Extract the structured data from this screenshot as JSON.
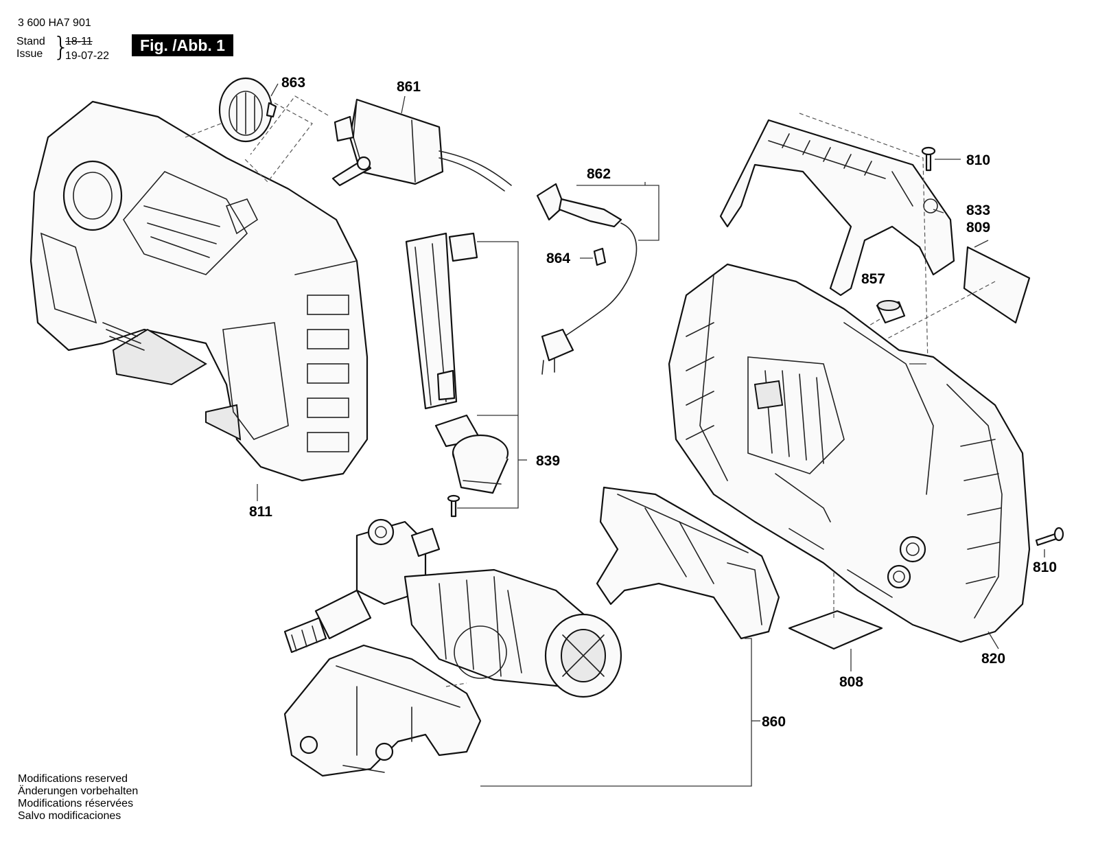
{
  "header": {
    "doc_number": "3 600 HA7 901",
    "stand_label": "Stand",
    "issue_label": "Issue",
    "stand_value": "18-11",
    "issue_value": "19-07-22",
    "figure_title": "Fig. /Abb. 1"
  },
  "parts": {
    "p863": "863",
    "p861": "861",
    "p862": "862",
    "p810a": "810",
    "p833": "833",
    "p809": "809",
    "p864": "864",
    "p857": "857",
    "p839": "839",
    "p811": "811",
    "p810b": "810",
    "p820": "820",
    "p808": "808",
    "p860": "860"
  },
  "notes": [
    "Modifications reserved",
    "Änderungen vorbehalten",
    "Modifications réservées",
    "Salvo modificaciones"
  ]
}
